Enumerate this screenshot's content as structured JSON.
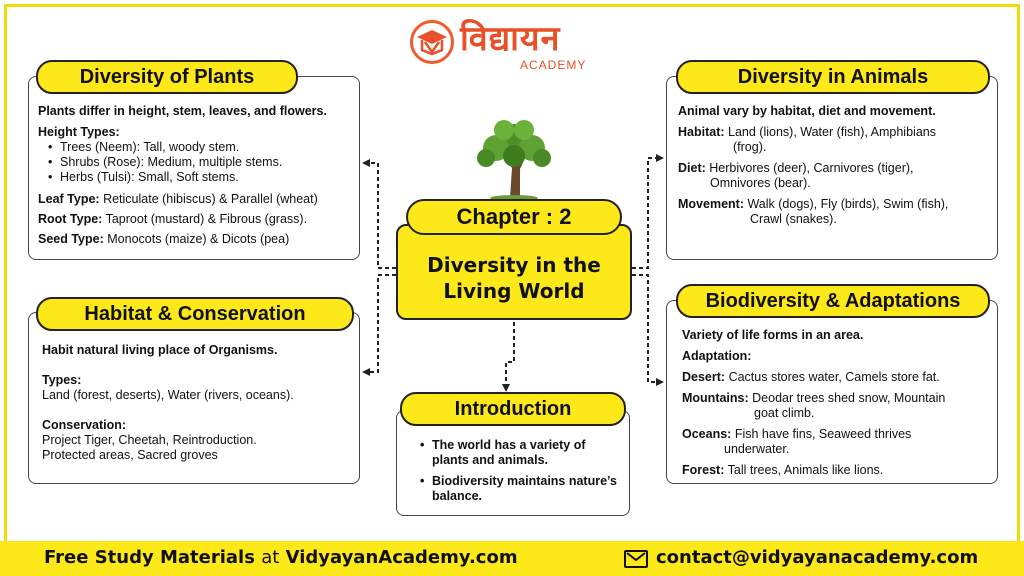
{
  "logo": {
    "name": "विद्यायन",
    "sub": "ACADEMY"
  },
  "center": {
    "chapter": "Chapter : 2",
    "title_line1": "Diversity in the",
    "title_line2": "Living World"
  },
  "plants": {
    "title": "Diversity of Plants",
    "intro": "Plants differ in height, stem, leaves, and flowers.",
    "height_label": "Height Types:",
    "height_items": [
      "Trees (Neem): Tall, woody stem.",
      "Shrubs (Rose): Medium, multiple stems.",
      "Herbs (Tulsi): Small, Soft stems."
    ],
    "leaf_label": "Leaf Type:",
    "leaf_value": "Reticulate (hibiscus) & Parallel (wheat)",
    "root_label": "Root Type:",
    "root_value": "Taproot (mustard) & Fibrous (grass).",
    "seed_label": "Seed Type:",
    "seed_value": "Monocots (maize) & Dicots (pea)"
  },
  "habitat": {
    "title": "Habitat & Conservation",
    "intro": "Habit natural living place of Organisms.",
    "types_label": "Types:",
    "types_value": "Land (forest, deserts), Water (rivers, oceans).",
    "cons_label": "Conservation:",
    "cons_line1": "Project Tiger, Cheetah, Reintroduction.",
    "cons_line2": "Protected areas, Sacred groves"
  },
  "animals": {
    "title": "Diversity in Animals",
    "intro": "Animal vary by habitat, diet and movement.",
    "habitat_label": "Habitat:",
    "habitat_l1": "Land (lions), Water (fish), Amphibians",
    "habitat_l2": "(frog).",
    "diet_label": "Diet:",
    "diet_l1": "Herbivores (deer), Carnivores (tiger),",
    "diet_l2": "Omnivores (bear).",
    "movement_label": "Movement:",
    "movement_l1": "Walk (dogs), Fly (birds), Swim (fish),",
    "movement_l2": "Crawl (snakes)."
  },
  "bio": {
    "title": "Biodiversity & Adaptations",
    "intro": "Variety of life forms in an area.",
    "adapt_label": "Adaptation:",
    "desert_label": "Desert:",
    "desert_value": "Cactus stores water, Camels store fat.",
    "mount_label": "Mountains:",
    "mount_l1": "Deodar trees shed snow, Mountain",
    "mount_l2": "goat climb.",
    "ocean_label": "Oceans:",
    "ocean_l1": "Fish have fins, Seaweed thrives",
    "ocean_l2": "underwater.",
    "forest_label": "Forest:",
    "forest_value": "Tall trees, Animals like lions."
  },
  "intro": {
    "title": "Introduction",
    "items": [
      "The world has a variety of plants and animals.",
      "Biodiversity maintains nature’s balance."
    ]
  },
  "footer": {
    "left_bold1": "Free Study Materials",
    "left_thin": "at",
    "left_bold2": "VidyayanAcademy.com",
    "email": "contact@vidyayanacademy.com"
  },
  "colors": {
    "accent": "#fde81a",
    "brand": "#e8502a",
    "border": "#f5d90a"
  }
}
